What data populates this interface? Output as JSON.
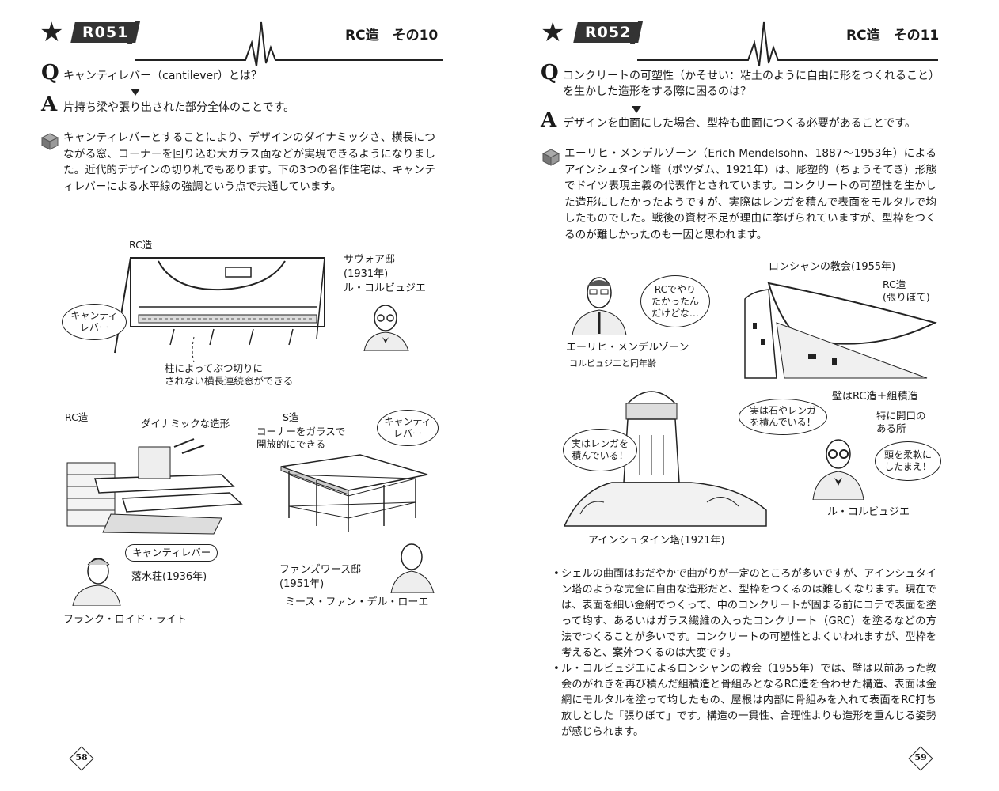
{
  "left": {
    "code": "R051",
    "title": "RC造　その10",
    "q": "キャンティレバー（cantilever）とは？",
    "a": "片持ち梁や張り出された部分全体のことです。",
    "body": "キャンティレバーとすることにより、デザインのダイナミックさ、横長につながる窓、コーナーを回り込む大ガラス面などが実現できるようになりました。近代的デザインの切り札でもあります。下の3つの名作住宅は、キャンティレバーによる水平線の強調という点で共通しています。",
    "fig": {
      "rc1": "RC造",
      "savoye": "サヴォア邸\n(1931年)\nル・コルビュジエ",
      "cant_bubble": "キャンティ\nレバー",
      "window_note": "柱によってぶつ切りに\nされない横長連続窓ができる",
      "rc2": "RC造",
      "dynamic": "ダイナミックな造形",
      "s": "S造",
      "corner": "コーナーをガラスで\n開放的にできる",
      "cant_bubble2": "キャンティ\nレバー",
      "cant_tag": "キャンティレバー",
      "falling": "落水荘(1936年)",
      "wright": "フランク・ロイド・ライト",
      "farnsworth": "ファンズワース邸\n(1951年)",
      "mies": "ミース・ファン・デル・ローエ"
    },
    "page": "58"
  },
  "right": {
    "code": "R052",
    "title": "RC造　その11",
    "q": "コンクリートの可塑性（かそせい：粘土のように自由に形をつくれること）を生かした造形をする際に困るのは？",
    "a": "デザインを曲面にした場合、型枠も曲面につくる必要があることです。",
    "body": "エーリヒ・メンデルゾーン（Erich Mendelsohn、1887～1953年）によるアインシュタイン塔（ポツダム、1921年）は、彫塑的（ちょうそてき）形態でドイツ表現主義の代表作とされています。コンクリートの可塑性を生かした造形にしたかったようですが、実際はレンガを積んで表面をモルタルで均したものでした。戦後の資材不足が理由に挙げられていますが、型枠をつくるのが難しかったのも一因と思われます。",
    "fig": {
      "ronchamp": "ロンシャンの教会(1955年)",
      "rc_hari": "RC造\n(張りぼて)",
      "mend_bubble": "RCでやり\nたかったん\nだけどな…",
      "mend": "エーリヒ・メンデルゾーン",
      "mend_sub": "コルビュジエと同年齢",
      "wall": "壁はRC造＋組積造",
      "wall_sub": "特に開口の\nある所",
      "stone_bubble": "実は石やレンガ\nを積んでいる！",
      "brick_bubble": "実はレンガを\n積んでいる！",
      "soft_bubble": "頭を柔軟に\nしたまえ！",
      "corb": "ル・コルビュジエ",
      "einstein": "アインシュタイン塔(1921年)"
    },
    "bullets": [
      "シェルの曲面はおだやかで曲がりが一定のところが多いですが、アインシュタイン塔のような完全に自由な造形だと、型枠をつくるのは難しくなります。現在では、表面を細い金網でつくって、中のコンクリートが固まる前にコテで表面を塗って均す、あるいはガラス繊維の入ったコンクリート（GRC）を塗るなどの方法でつくることが多いです。コンクリートの可塑性とよくいわれますが、型枠を考えると、案外つくるのは大変です。",
      "ル・コルビュジエによるロンシャンの教会（1955年）では、壁は以前あった教会のがれきを再び積んだ組積造と骨組みとなるRC造を合わせた構造、表面は金網にモルタルを塗って均したもの、屋根は内部に骨組みを入れて表面をRC打ち放しとした「張りぼて」です。構造の一貫性、合理性よりも造形を重んじる姿勢が感じられます。"
    ],
    "page": "59"
  }
}
